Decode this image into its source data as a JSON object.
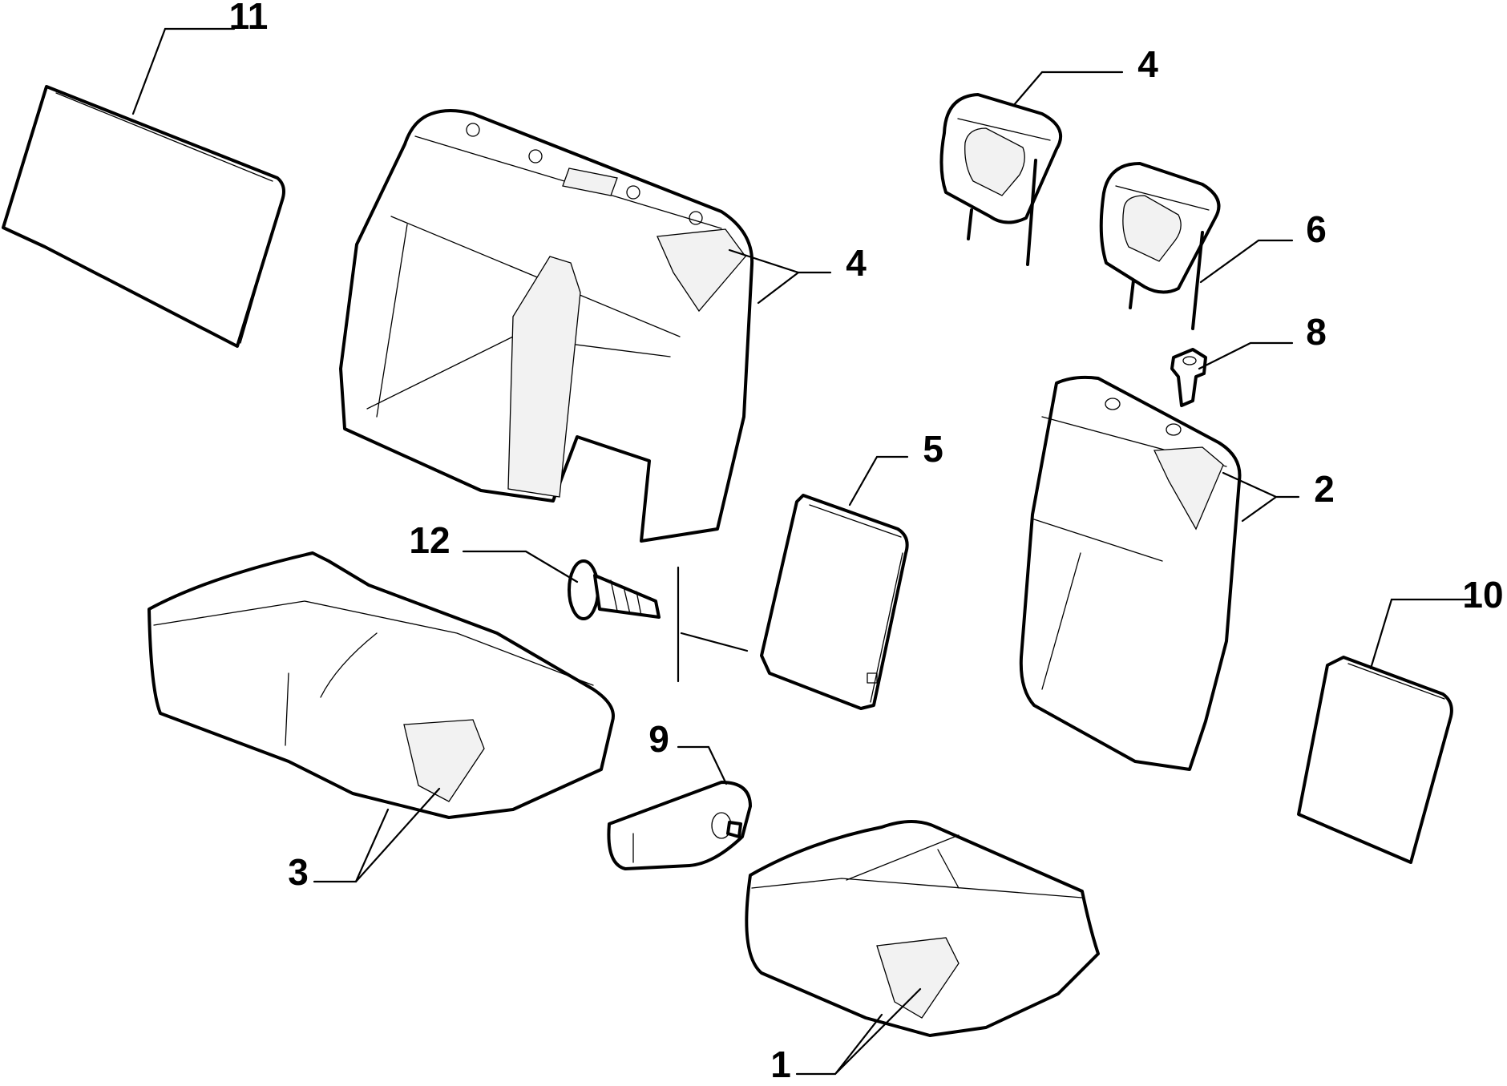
{
  "diagram": {
    "callouts": {
      "c11": "11",
      "c4_back": "4",
      "c4_headrest": "4",
      "c6": "6",
      "c8": "8",
      "c5": "5",
      "c2": "2",
      "c10": "10",
      "c12": "12",
      "c9": "9",
      "c3": "3",
      "c1": "1"
    },
    "colors": {
      "line": "#000000",
      "fill": "#ffffff"
    }
  }
}
